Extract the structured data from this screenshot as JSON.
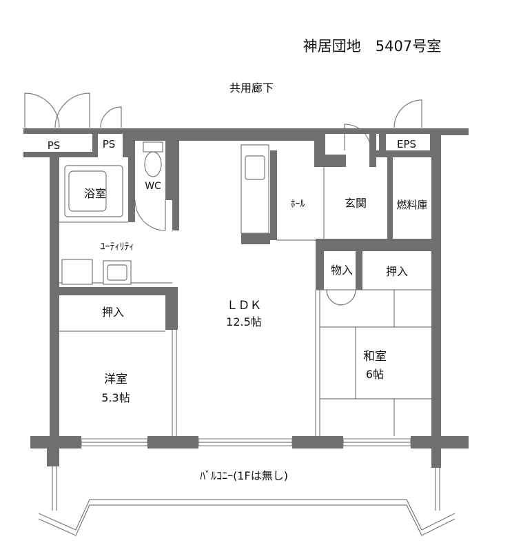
{
  "title": "神居団地　5407号室",
  "corridor": "共用廊下",
  "balcony": "ﾊﾞﾙｺﾆｰ(1Fは無し)",
  "rooms": {
    "ps1": "PS",
    "ps2": "PS",
    "eps": "EPS",
    "bath": "浴室",
    "wc": "WC",
    "utility": "ﾕｰﾃｨﾘﾃｨ",
    "hall": "ﾎｰﾙ",
    "entrance": "玄関",
    "fuel": "燃料庫",
    "storage": "物入",
    "closet_right": "押入",
    "closet_left": "押入",
    "ldk": "ＬＤＫ",
    "ldk_size": "12.5帖",
    "western": "洋室",
    "western_size": "5.3帖",
    "japanese": "和室",
    "japanese_size": "6帖"
  }
}
